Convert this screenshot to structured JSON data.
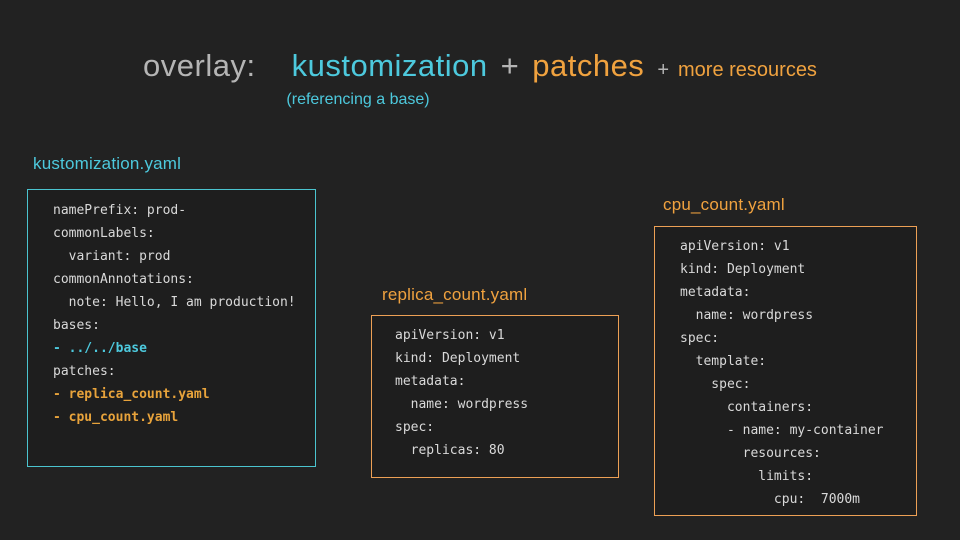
{
  "colors": {
    "background": "#222222",
    "box_background": "#1e1e1e",
    "cyan_accent": "#4dc9dd",
    "orange_accent": "#f0a23f",
    "code_orange": "#e8a33b",
    "gray_text": "#b5b5b5",
    "code_text": "#d9d9d9"
  },
  "title": {
    "part_overlay": "overlay:",
    "part_kustomization": "kustomization",
    "plus1": "+",
    "part_patches": "patches",
    "plus2": "+",
    "part_more_resources": "more resources",
    "subtitle": "(referencing a base)"
  },
  "panels": [
    {
      "label": "kustomization.yaml",
      "accent": "cyan",
      "lines": [
        {
          "text": "namePrefix: prod-",
          "style": "plain"
        },
        {
          "text": "commonLabels:",
          "style": "plain"
        },
        {
          "text": "  variant: prod",
          "style": "plain"
        },
        {
          "text": "commonAnnotations:",
          "style": "plain"
        },
        {
          "text": "  note: Hello, I am production!",
          "style": "plain"
        },
        {
          "text": "bases:",
          "style": "plain"
        },
        {
          "text": "- ../../base",
          "style": "cyan-bold"
        },
        {
          "text": "patches:",
          "style": "plain"
        },
        {
          "text": "- replica_count.yaml",
          "style": "orange-bold"
        },
        {
          "text": "- cpu_count.yaml",
          "style": "orange-bold"
        }
      ]
    },
    {
      "label": "replica_count.yaml",
      "accent": "orange",
      "lines": [
        {
          "text": "apiVersion: v1",
          "style": "plain"
        },
        {
          "text": "kind: Deployment",
          "style": "plain"
        },
        {
          "text": "metadata:",
          "style": "plain"
        },
        {
          "text": "  name: wordpress",
          "style": "plain"
        },
        {
          "text": "spec:",
          "style": "plain"
        },
        {
          "text": "  replicas: 80",
          "style": "plain"
        }
      ]
    },
    {
      "label": "cpu_count.yaml",
      "accent": "orange",
      "lines": [
        {
          "text": "apiVersion: v1",
          "style": "plain"
        },
        {
          "text": "kind: Deployment",
          "style": "plain"
        },
        {
          "text": "metadata:",
          "style": "plain"
        },
        {
          "text": "  name: wordpress",
          "style": "plain"
        },
        {
          "text": "spec:",
          "style": "plain"
        },
        {
          "text": "  template:",
          "style": "plain"
        },
        {
          "text": "    spec:",
          "style": "plain"
        },
        {
          "text": "      containers:",
          "style": "plain"
        },
        {
          "text": "      - name: my-container",
          "style": "plain"
        },
        {
          "text": "        resources:",
          "style": "plain"
        },
        {
          "text": "          limits:",
          "style": "plain"
        },
        {
          "text": "            cpu:  7000m",
          "style": "plain"
        }
      ]
    }
  ]
}
